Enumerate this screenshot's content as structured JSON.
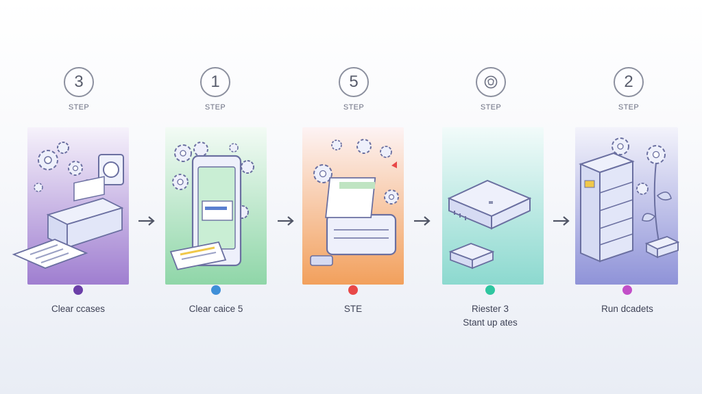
{
  "steps": [
    {
      "badge": "3",
      "label": "STEP",
      "caption": "Clear ccases",
      "caption2": "",
      "dot_color": "#6b3fa8",
      "panel_top": "#f6f2fb",
      "panel_bottom": "#9f7ed0"
    },
    {
      "badge": "1",
      "label": "STEP",
      "caption": "Clear caice 5",
      "caption2": "",
      "dot_color": "#3f8fd8",
      "panel_top": "#f3fbf5",
      "panel_bottom": "#8fd6a8"
    },
    {
      "badge": "5",
      "label": "STEP",
      "caption": "STE",
      "caption2": "",
      "dot_color": "#e84848",
      "panel_top": "#fdf3f4",
      "panel_bottom": "#f2a05c"
    },
    {
      "badge": "",
      "badge_icon": "settings-circle-icon",
      "label": "STEP",
      "caption": "Riester 3",
      "caption2": "Stant up ates",
      "dot_color": "#2fc6a0",
      "panel_top": "#f2fbfa",
      "panel_bottom": "#8cd9cf"
    },
    {
      "badge": "2",
      "label": "STEP",
      "caption": "Run dcadets",
      "caption2": "",
      "dot_color": "#c24fc8",
      "panel_top": "#f3f3fb",
      "panel_bottom": "#8f93d8"
    }
  ],
  "icons": {
    "arrow": "arrow-right-icon",
    "gear": "gear-icon"
  },
  "colors": {
    "arrow": "#505566",
    "outline": "#6a6fa0",
    "fill_light": "#eef0fb",
    "fill_mid": "#d6dbf3"
  }
}
